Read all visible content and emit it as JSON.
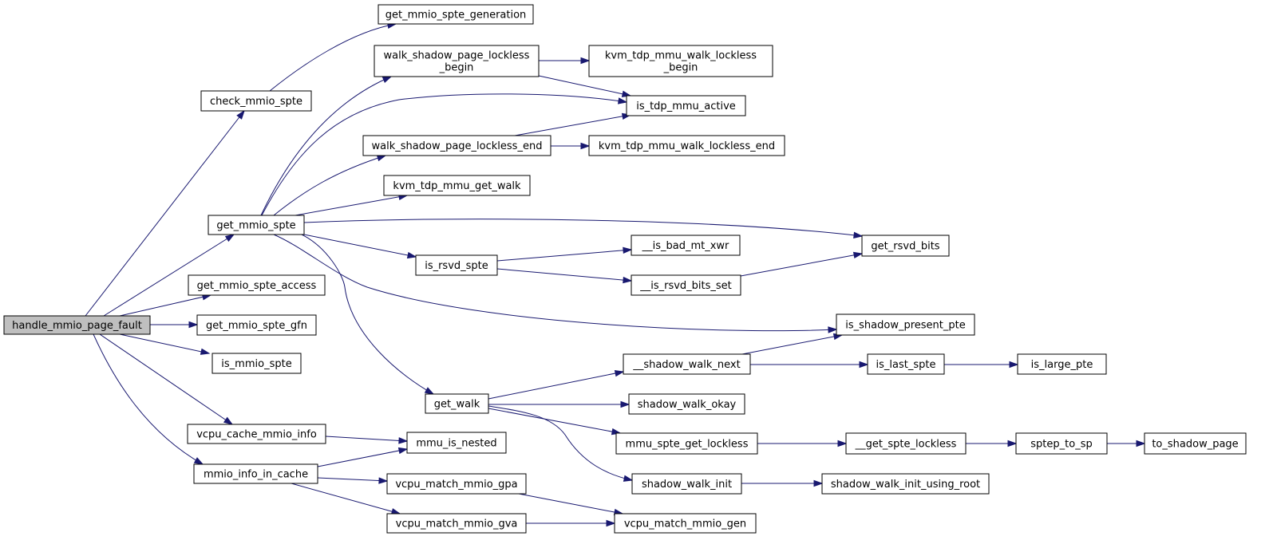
{
  "graph": {
    "root": "handle_mmio_page_fault",
    "nodes": [
      {
        "id": "handle_mmio_page_fault",
        "label": "handle_mmio_page_fault"
      },
      {
        "id": "check_mmio_spte",
        "label": "check_mmio_spte"
      },
      {
        "id": "get_mmio_spte_generation",
        "label": "get_mmio_spte_generation"
      },
      {
        "id": "get_mmio_spte",
        "label": "get_mmio_spte"
      },
      {
        "id": "walk_shadow_page_lockless_begin",
        "label": "walk_shadow_page_lockless\n_begin"
      },
      {
        "id": "kvm_tdp_mmu_walk_lockless_begin",
        "label": "kvm_tdp_mmu_walk_lockless\n_begin"
      },
      {
        "id": "is_tdp_mmu_active",
        "label": "is_tdp_mmu_active"
      },
      {
        "id": "walk_shadow_page_lockless_end",
        "label": "walk_shadow_page_lockless_end"
      },
      {
        "id": "kvm_tdp_mmu_walk_lockless_end",
        "label": "kvm_tdp_mmu_walk_lockless_end"
      },
      {
        "id": "kvm_tdp_mmu_get_walk",
        "label": "kvm_tdp_mmu_get_walk"
      },
      {
        "id": "get_rsvd_bits",
        "label": "get_rsvd_bits"
      },
      {
        "id": "is_rsvd_spte",
        "label": "is_rsvd_spte"
      },
      {
        "id": "__is_bad_mt_xwr",
        "label": "__is_bad_mt_xwr"
      },
      {
        "id": "__is_rsvd_bits_set",
        "label": "__is_rsvd_bits_set"
      },
      {
        "id": "is_shadow_present_pte",
        "label": "is_shadow_present_pte"
      },
      {
        "id": "get_mmio_spte_access",
        "label": "get_mmio_spte_access"
      },
      {
        "id": "get_mmio_spte_gfn",
        "label": "get_mmio_spte_gfn"
      },
      {
        "id": "is_mmio_spte",
        "label": "is_mmio_spte"
      },
      {
        "id": "get_walk",
        "label": "get_walk"
      },
      {
        "id": "__shadow_walk_next",
        "label": "__shadow_walk_next"
      },
      {
        "id": "is_last_spte",
        "label": "is_last_spte"
      },
      {
        "id": "is_large_pte",
        "label": "is_large_pte"
      },
      {
        "id": "shadow_walk_okay",
        "label": "shadow_walk_okay"
      },
      {
        "id": "mmu_spte_get_lockless",
        "label": "mmu_spte_get_lockless"
      },
      {
        "id": "__get_spte_lockless",
        "label": "__get_spte_lockless"
      },
      {
        "id": "sptep_to_sp",
        "label": "sptep_to_sp"
      },
      {
        "id": "to_shadow_page",
        "label": "to_shadow_page"
      },
      {
        "id": "vcpu_cache_mmio_info",
        "label": "vcpu_cache_mmio_info"
      },
      {
        "id": "mmu_is_nested",
        "label": "mmu_is_nested"
      },
      {
        "id": "mmio_info_in_cache",
        "label": "mmio_info_in_cache"
      },
      {
        "id": "vcpu_match_mmio_gpa",
        "label": "vcpu_match_mmio_gpa"
      },
      {
        "id": "vcpu_match_mmio_gva",
        "label": "vcpu_match_mmio_gva"
      },
      {
        "id": "shadow_walk_init",
        "label": "shadow_walk_init"
      },
      {
        "id": "shadow_walk_init_using_root",
        "label": "shadow_walk_init_using_root"
      },
      {
        "id": "vcpu_match_mmio_gen",
        "label": "vcpu_match_mmio_gen"
      }
    ],
    "edges": [
      {
        "from": "handle_mmio_page_fault",
        "to": "check_mmio_spte"
      },
      {
        "from": "handle_mmio_page_fault",
        "to": "get_mmio_spte"
      },
      {
        "from": "handle_mmio_page_fault",
        "to": "get_mmio_spte_access"
      },
      {
        "from": "handle_mmio_page_fault",
        "to": "get_mmio_spte_gfn"
      },
      {
        "from": "handle_mmio_page_fault",
        "to": "is_mmio_spte"
      },
      {
        "from": "handle_mmio_page_fault",
        "to": "vcpu_cache_mmio_info"
      },
      {
        "from": "handle_mmio_page_fault",
        "to": "mmio_info_in_cache"
      },
      {
        "from": "check_mmio_spte",
        "to": "get_mmio_spte_generation"
      },
      {
        "from": "get_mmio_spte",
        "to": "walk_shadow_page_lockless_begin"
      },
      {
        "from": "get_mmio_spte",
        "to": "is_tdp_mmu_active"
      },
      {
        "from": "get_mmio_spte",
        "to": "walk_shadow_page_lockless_end"
      },
      {
        "from": "get_mmio_spte",
        "to": "kvm_tdp_mmu_get_walk"
      },
      {
        "from": "get_mmio_spte",
        "to": "get_rsvd_bits"
      },
      {
        "from": "get_mmio_spte",
        "to": "is_rsvd_spte"
      },
      {
        "from": "get_mmio_spte",
        "to": "is_shadow_present_pte"
      },
      {
        "from": "get_mmio_spte",
        "to": "get_walk"
      },
      {
        "from": "walk_shadow_page_lockless_begin",
        "to": "kvm_tdp_mmu_walk_lockless_begin"
      },
      {
        "from": "walk_shadow_page_lockless_begin",
        "to": "is_tdp_mmu_active"
      },
      {
        "from": "walk_shadow_page_lockless_end",
        "to": "is_tdp_mmu_active"
      },
      {
        "from": "walk_shadow_page_lockless_end",
        "to": "kvm_tdp_mmu_walk_lockless_end"
      },
      {
        "from": "is_rsvd_spte",
        "to": "__is_bad_mt_xwr"
      },
      {
        "from": "is_rsvd_spte",
        "to": "__is_rsvd_bits_set"
      },
      {
        "from": "__is_rsvd_bits_set",
        "to": "get_rsvd_bits"
      },
      {
        "from": "get_walk",
        "to": "__shadow_walk_next"
      },
      {
        "from": "get_walk",
        "to": "shadow_walk_okay"
      },
      {
        "from": "get_walk",
        "to": "mmu_spte_get_lockless"
      },
      {
        "from": "get_walk",
        "to": "shadow_walk_init"
      },
      {
        "from": "__shadow_walk_next",
        "to": "is_shadow_present_pte"
      },
      {
        "from": "__shadow_walk_next",
        "to": "is_last_spte"
      },
      {
        "from": "is_last_spte",
        "to": "is_large_pte"
      },
      {
        "from": "mmu_spte_get_lockless",
        "to": "__get_spte_lockless"
      },
      {
        "from": "__get_spte_lockless",
        "to": "sptep_to_sp"
      },
      {
        "from": "sptep_to_sp",
        "to": "to_shadow_page"
      },
      {
        "from": "shadow_walk_init",
        "to": "shadow_walk_init_using_root"
      },
      {
        "from": "vcpu_cache_mmio_info",
        "to": "mmu_is_nested"
      },
      {
        "from": "mmio_info_in_cache",
        "to": "mmu_is_nested"
      },
      {
        "from": "mmio_info_in_cache",
        "to": "vcpu_match_mmio_gpa"
      },
      {
        "from": "mmio_info_in_cache",
        "to": "vcpu_match_mmio_gva"
      },
      {
        "from": "vcpu_match_mmio_gpa",
        "to": "vcpu_match_mmio_gen"
      },
      {
        "from": "vcpu_match_mmio_gva",
        "to": "vcpu_match_mmio_gen"
      }
    ]
  }
}
